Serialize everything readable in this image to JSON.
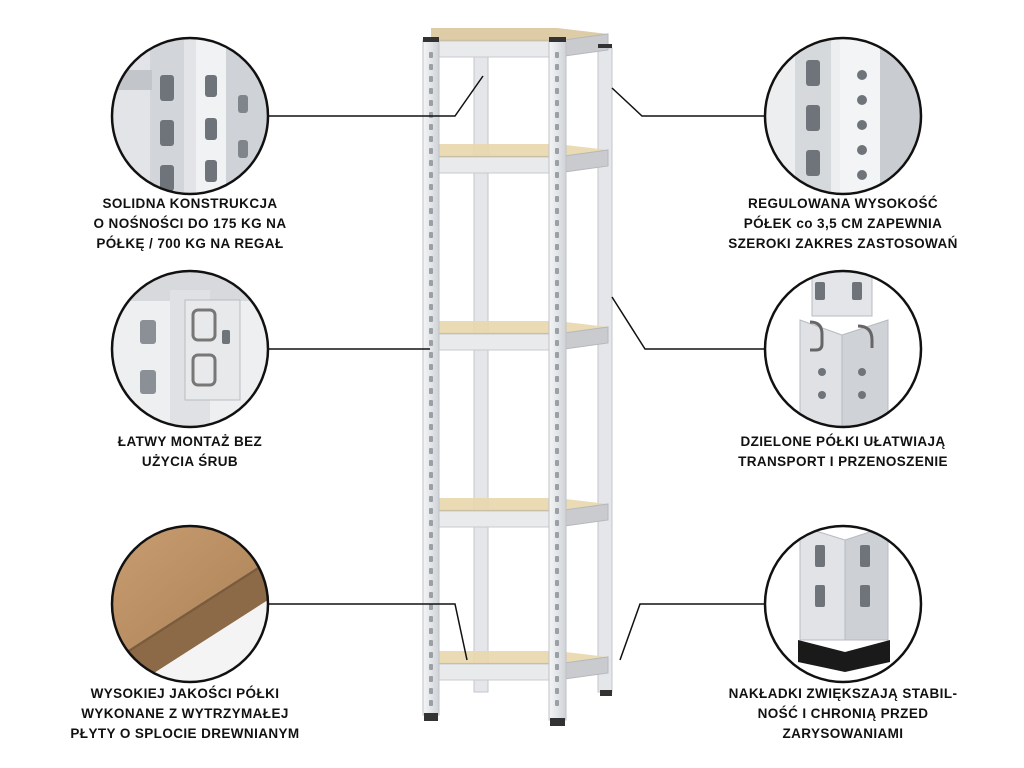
{
  "features": {
    "left_top": {
      "lines": [
        "SOLIDNA KONSTRUKCJA",
        "O NOŚNOŚCI DO 175 KG NA",
        "PÓŁKĘ / 700 KG NA REGAŁ"
      ],
      "detail": "upright-slots-detail"
    },
    "left_middle": {
      "lines": [
        "ŁATWY MONTAŻ BEZ",
        "UŻYCIA ŚRUB"
      ],
      "detail": "corner-joint-detail"
    },
    "left_bottom": {
      "lines": [
        "WYSOKIEJ JAKOŚCI PÓŁKI",
        "WYKONANE Z WYTRZYMAŁEJ",
        "PŁYTY O SPLOCIE DREWNIANYM"
      ],
      "detail": "board-edge-detail"
    },
    "right_top": {
      "lines": [
        "REGULOWANA WYSOKOŚĆ",
        "PÓŁEK co 3,5 CM ZAPEWNIA",
        "SZEROKI ZAKRES ZASTOSOWAŃ"
      ],
      "detail": "height-holes-detail"
    },
    "right_middle": {
      "lines": [
        "DZIELONE PÓŁKI UŁATWIAJĄ",
        "TRANSPORT I PRZENOSZENIE"
      ],
      "detail": "split-upright-detail"
    },
    "right_bottom": {
      "lines": [
        "NAKŁADKI ZWIĘKSZAJĄ STABIL-",
        "NOŚĆ I CHRONIĄ PRZED",
        "ZARYSOWANIAMI"
      ],
      "detail": "foot-cap-detail"
    }
  },
  "colors": {
    "frame": "#e9eaec",
    "frame_shade": "#c9cbcf",
    "board": "#e9d7ad",
    "board_edge": "#cdb27c",
    "mdf": "#b98e63",
    "line": "#111111"
  },
  "product": {
    "shelves": 5
  }
}
